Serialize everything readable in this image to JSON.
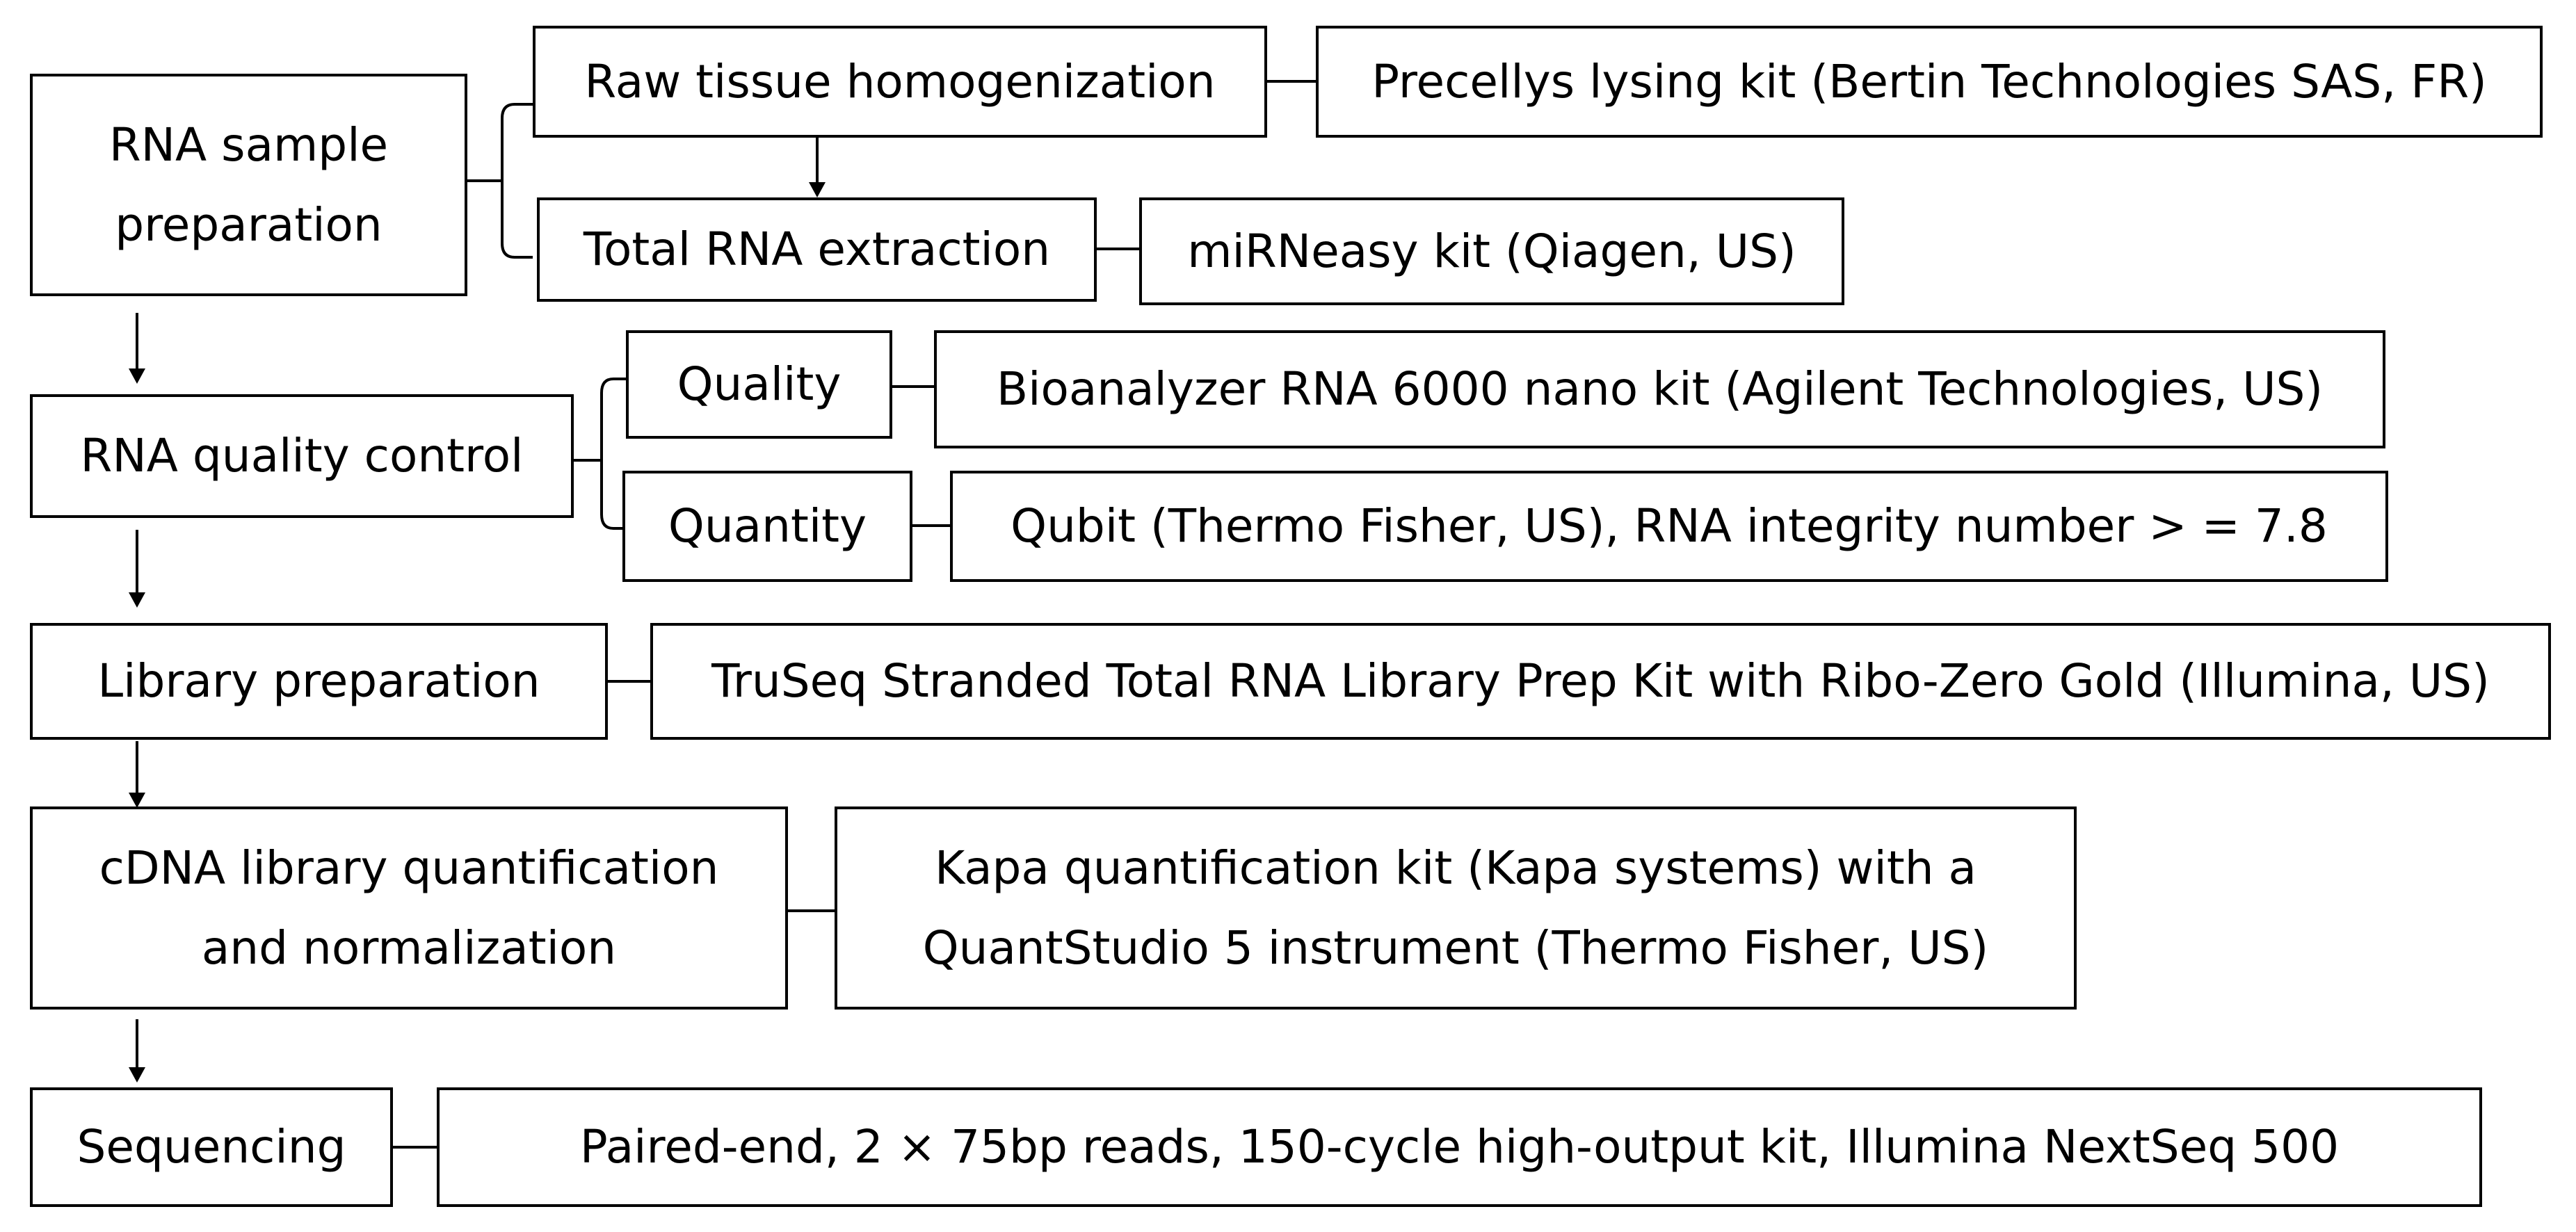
{
  "stages": {
    "rna_sample_prep": "RNA sample\npreparation",
    "rna_qc": "RNA quality control",
    "library_prep": "Library preparation",
    "cdna_quant": "cDNA library quantification\nand normalization",
    "sequencing": "Sequencing"
  },
  "substeps": {
    "raw_tissue": "Raw tissue homogenization",
    "total_rna": "Total RNA extraction",
    "quality": "Quality",
    "quantity": "Quantity"
  },
  "details": {
    "precellys": "Precellys lysing kit (Bertin Technologies SAS, FR)",
    "mirneasy": "miRNeasy kit (Qiagen, US)",
    "bioanalyzer": "Bioanalyzer RNA 6000 nano kit (Agilent Technologies, US)",
    "qubit": "Qubit (Thermo Fisher, US), RNA integrity number > = 7.8",
    "truseq": "TruSeq Stranded Total RNA Library Prep Kit with Ribo-Zero Gold (Illumina, US)",
    "kapa": "Kapa quantification kit (Kapa systems) with a\nQuantStudio 5 instrument (Thermo Fisher, US)",
    "nextseq": "Paired-end, 2 × 75bp reads, 150-cycle high-output kit, Illumina NextSeq 500"
  }
}
